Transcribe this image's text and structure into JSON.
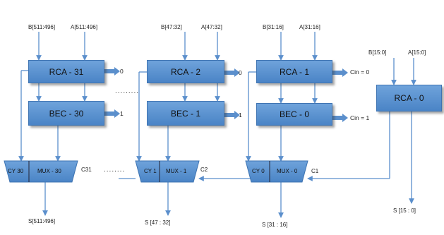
{
  "stages": [
    {
      "b_in": "B[511:496]",
      "a_in": "A[511:496]",
      "rca": "RCA - 31",
      "bec": "BEC - 30",
      "rca_cin": "0",
      "bec_cin": "1",
      "cy": "CY 30",
      "mux": "MUX - 30",
      "out": "S[511:496]",
      "carry_out": "C31"
    },
    {
      "b_in": "B[47:32]",
      "a_in": "A[47:32]",
      "rca": "RCA - 2",
      "bec": "BEC - 1",
      "rca_cin": "0",
      "bec_cin": "1",
      "cy": "CY 1",
      "mux": "MUX - 1",
      "out": "S [47 : 32]",
      "carry_out": "C2"
    },
    {
      "b_in": "B[31:16]",
      "a_in": "A[31:16]",
      "rca": "RCA - 1",
      "bec": "BEC - 0",
      "rca_cin": "Cin = 0",
      "bec_cin": "Cin = 1",
      "cy": "CY 0",
      "mux": "MUX - 0",
      "out": "S [31 : 16]",
      "carry_out": "C1"
    }
  ],
  "first_stage": {
    "b_in": "B[15:0]",
    "a_in": "A[15:0]",
    "rca": "RCA - 0",
    "out": "S [15 : 0]"
  },
  "ellipsis_upper": ".........",
  "ellipsis_lower": "........"
}
